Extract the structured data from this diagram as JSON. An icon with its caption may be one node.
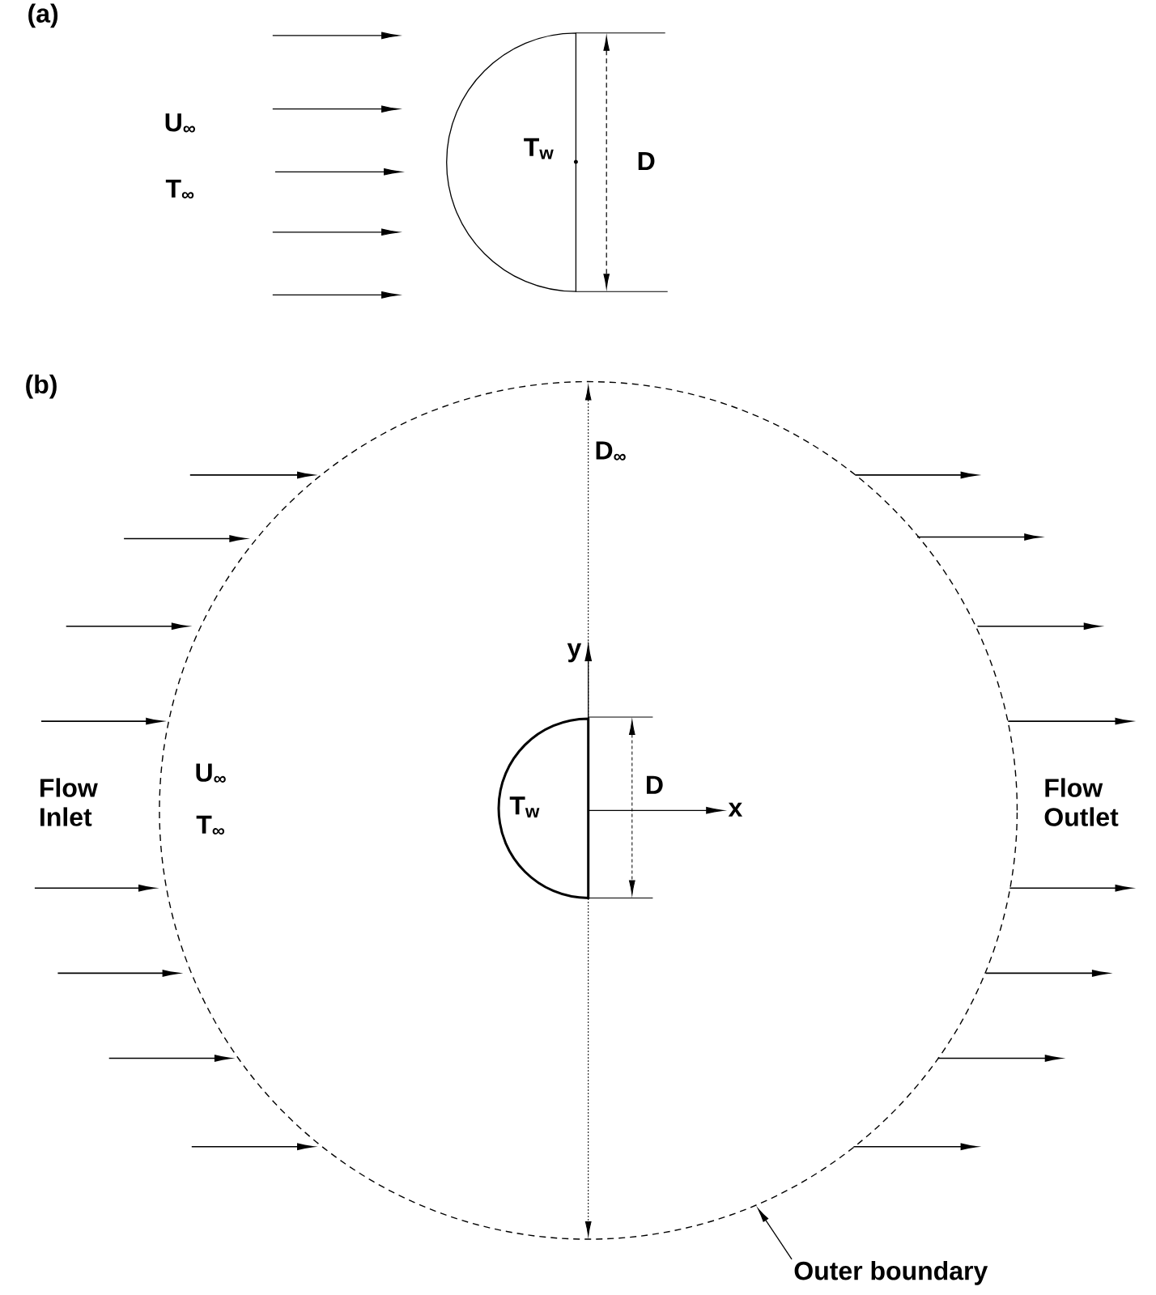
{
  "diagram": {
    "nodes": [
      {
        "text": [
          "Outer boundary"
        ]
      },
      {
        "text": [],
        "shape": "circle"
      }
    ],
    "edges": [
      {
        "from": 0,
        "to": 1,
        "arrow": "to"
      }
    ],
    "labels": [
      "(a)",
      "U$_{∞}$",
      "T$_{∞}$",
      "T$_{w}$",
      "D",
      "(b)",
      "D$_{∞}$",
      "y",
      "Flow Inlet",
      "U$_{∞}$",
      "T$_{∞}$",
      "T$_{w}$",
      "D",
      "x",
      "Flow Outlet"
    ]
  }
}
